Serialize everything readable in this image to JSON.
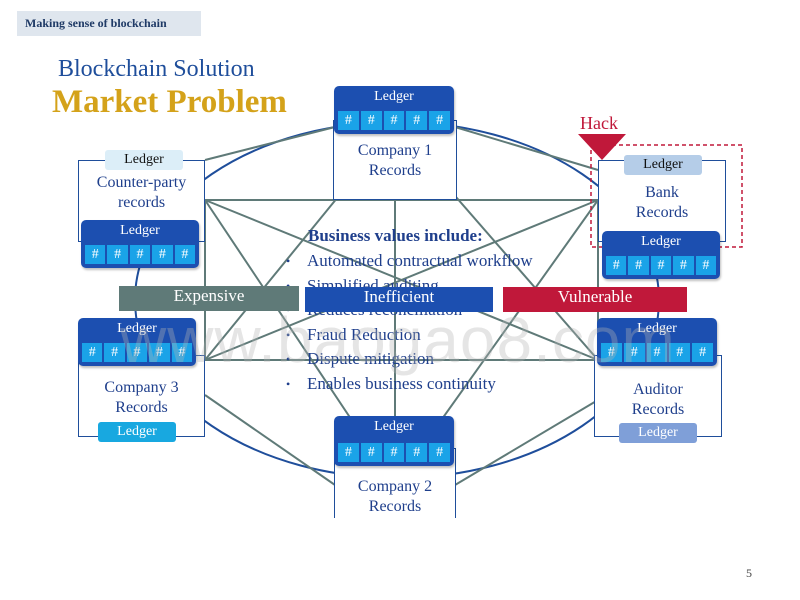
{
  "header": {
    "tag": "Making  sense of blockchain"
  },
  "titles": {
    "line1": "Blockchain Solution",
    "line2": "Market Problem"
  },
  "hack_label": "Hack",
  "ledger_label": "Ledger",
  "hash_symbol": "#",
  "nodes": {
    "company1": "Company 1\nRecords",
    "counterparty": "Counter-party\nrecords",
    "bank": "Bank\nRecords",
    "company3": "Company 3\nRecords",
    "auditor": "Auditor\nRecords",
    "company2": "Company 2\nRecords"
  },
  "bars": {
    "expensive": "Expensive",
    "inefficient": "Inefficient",
    "vulnerable": "Vulnerable"
  },
  "business_values": {
    "title": "Business values include:",
    "items": [
      "Automated  contractual  workflow",
      "Simplified auditing",
      "Reduces reconciliation",
      "Fraud Reduction",
      "Dispute mitigation",
      "Enables business continuity"
    ]
  },
  "watermark": "www.baogao8.com",
  "page_number": "5",
  "colors": {
    "navy": "#1f4e9b",
    "ledger_blue": "#1c4fb0",
    "hash_cyan": "#1aa3e8",
    "gold": "#d4a21a",
    "alert_red": "#c0183a",
    "gray_bar": "#5f7a78"
  }
}
